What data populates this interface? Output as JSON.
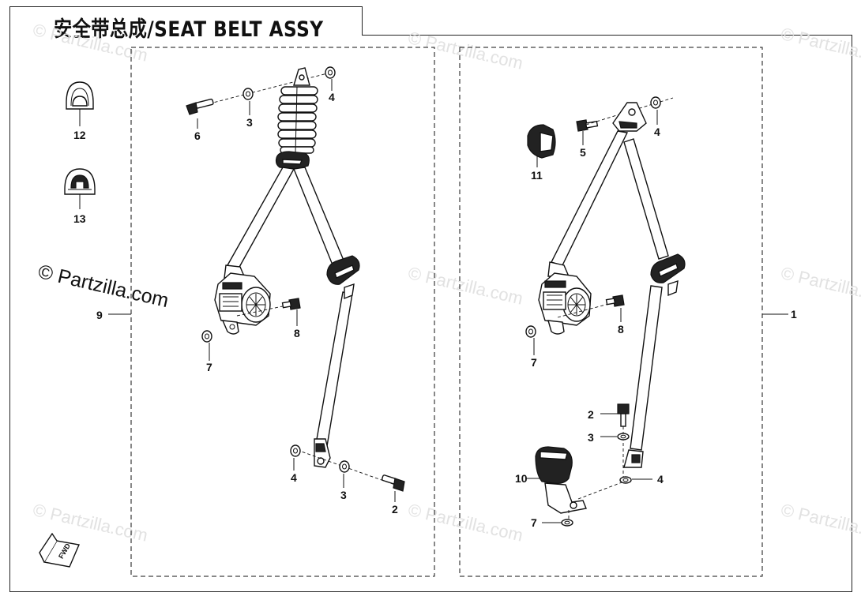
{
  "title": "安全带总成/SEAT BELT ASSY",
  "watermark": {
    "small_text": "© Partzilla.com",
    "big_text": "© Partzilla.com",
    "color": "#e2e2e2"
  },
  "fwd_label": "FWD",
  "callouts": {
    "part_1": "1",
    "part_9": "9",
    "part_12": "12",
    "part_13": "13",
    "left_6": "6",
    "left_3_top": "3",
    "left_4_top": "4",
    "left_8": "8",
    "left_7": "7",
    "left_4_bottom": "4",
    "left_3_bottom": "3",
    "left_2": "2",
    "right_11": "11",
    "right_5": "5",
    "right_4_top": "4",
    "right_8": "8",
    "right_7_mid": "7",
    "right_2": "2",
    "right_3": "3",
    "right_10": "10",
    "right_4_bottom": "4",
    "right_7_bottom": "7"
  }
}
